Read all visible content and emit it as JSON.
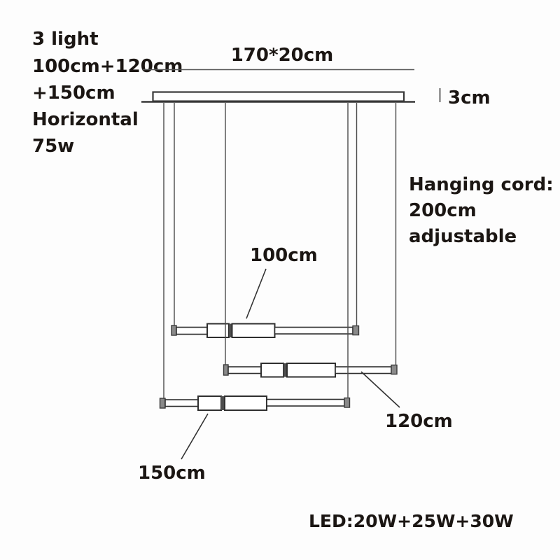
{
  "page": {
    "background_color": "#fdfdfd",
    "text_color": "#1b1613",
    "line_color": "#4a4a4a"
  },
  "spec_block": {
    "lights": "3 light",
    "sizes_line1": "100cm+120cm",
    "sizes_line2": "+150cm",
    "orientation": "Horizontal",
    "wattage": "75w"
  },
  "canopy": {
    "size_label": "170*20cm",
    "thickness_label": "3cm"
  },
  "hanging_cord": {
    "title": "Hanging cord:",
    "length": "200cm",
    "note": "adjustable"
  },
  "bars": [
    {
      "length_label": "100cm"
    },
    {
      "length_label": "120cm"
    },
    {
      "length_label": "150cm"
    }
  ],
  "led": {
    "label": "LED:20W+25W+30W"
  }
}
